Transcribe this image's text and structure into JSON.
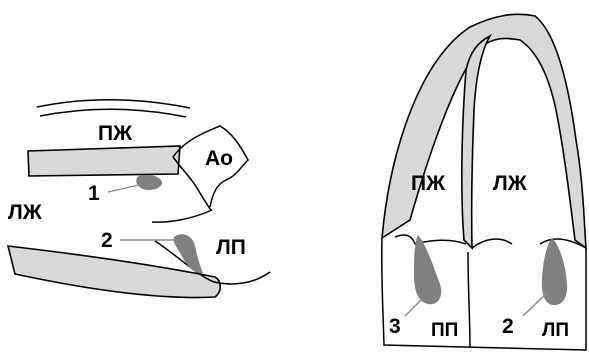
{
  "left_view": {
    "labels": {
      "rv": "ПЖ",
      "ao": "Ao",
      "lv": "ЛЖ",
      "la": "ЛП"
    },
    "markers": {
      "m1": "1",
      "m2": "2"
    }
  },
  "right_view": {
    "labels": {
      "rv": "ПЖ",
      "lv": "ЛЖ",
      "ra": "ПП",
      "la": "ЛП"
    },
    "markers": {
      "m3": "3",
      "m2": "2"
    }
  },
  "colors": {
    "wall_fill": "#d9d9d9",
    "marker_fill": "#808080",
    "outline": "#000000",
    "leader": "#8a8a8a"
  }
}
